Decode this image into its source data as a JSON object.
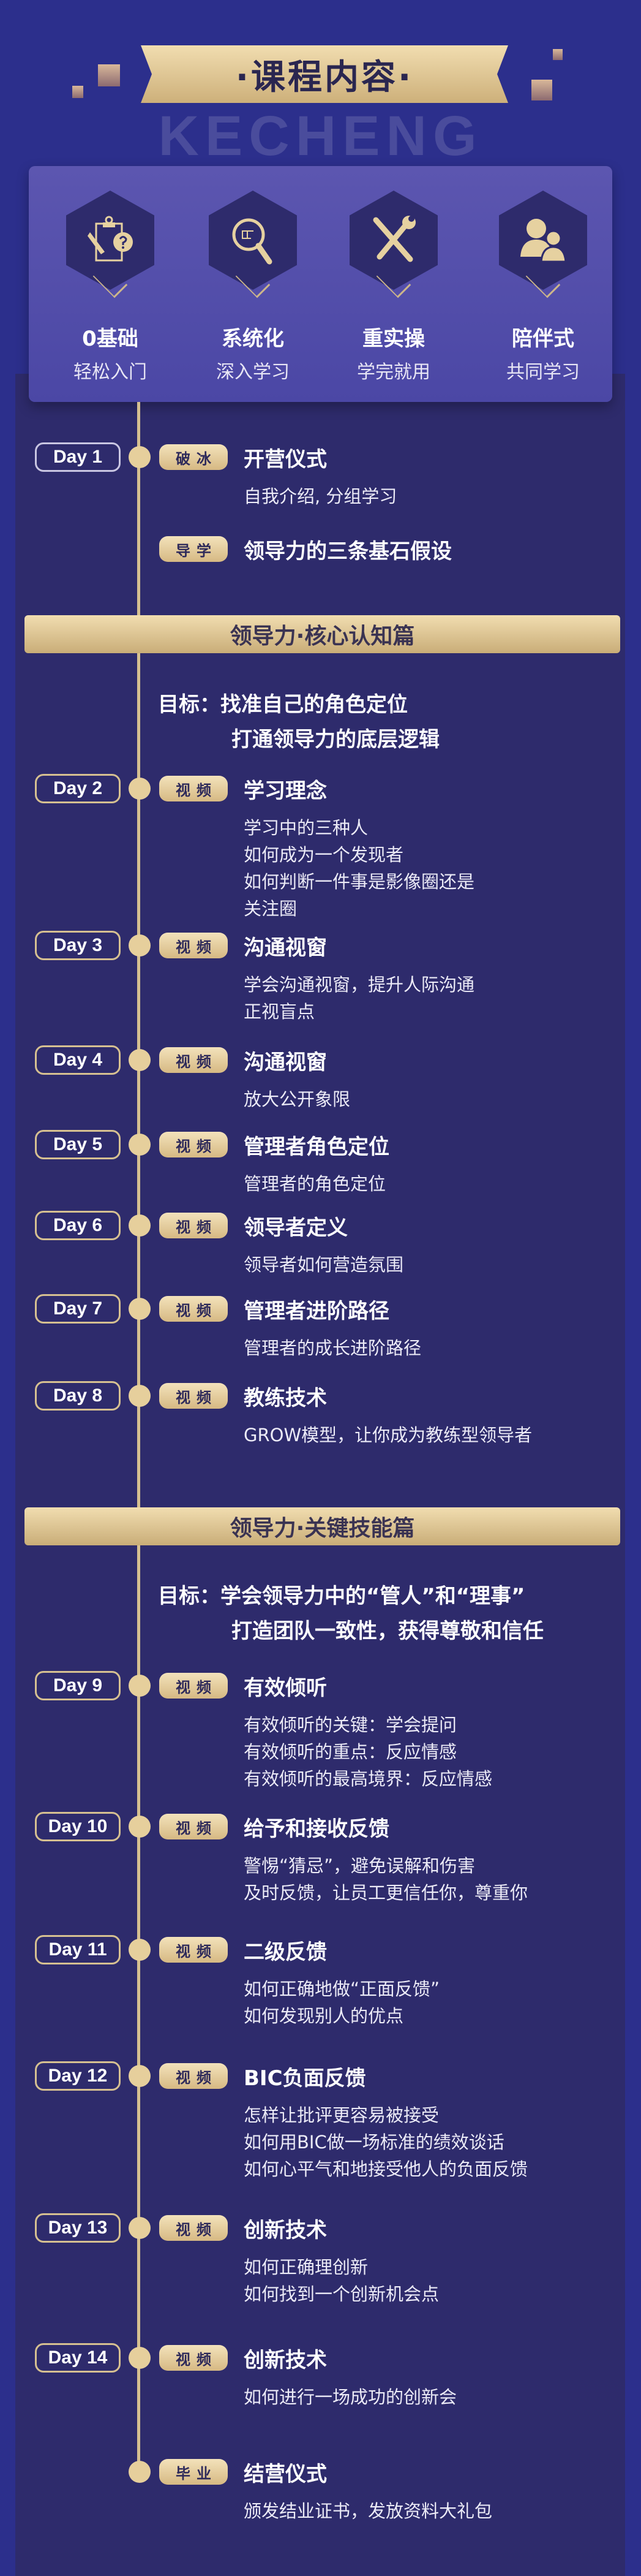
{
  "header": {
    "watermark": "KECHENG",
    "title": "·课程内容·"
  },
  "features": [
    {
      "icon": "clipboard-question-icon",
      "title": "0基础",
      "sub": "轻松入门"
    },
    {
      "icon": "magnifier-icon",
      "title": "系统化",
      "sub": "深入学习"
    },
    {
      "icon": "tools-icon",
      "title": "重实操",
      "sub": "学完就用"
    },
    {
      "icon": "people-icon",
      "title": "陪伴式",
      "sub": "共同学习"
    }
  ],
  "sections": [
    {
      "title": "领导力·核心认知篇",
      "goal_label": "目标：",
      "goal_lines": [
        "找准自己的角色定位",
        "打通领导力的底层逻辑"
      ]
    },
    {
      "title": "领导力·关键技能篇",
      "goal_label": "目标：",
      "goal_lines": [
        "学会领导力中的“管人”和“理事”",
        "打造团队一致性，获得尊敬和信任"
      ]
    }
  ],
  "colors": {
    "background": "#2e2b6c",
    "gold": "#d6c091",
    "text": "#ffffff"
  },
  "items": [
    {
      "day": "Day 1",
      "tag": "破冰",
      "title": "开营仪式",
      "lines": [
        "自我介绍, 分组学习"
      ]
    },
    {
      "day": "",
      "tag": "导学",
      "title": "领导力的三条基石假设",
      "lines": []
    },
    {
      "day": "Day 2",
      "tag": "视频",
      "title": "学习理念",
      "lines": [
        "学习中的三种人",
        "如何成为一个发现者",
        "如何判断一件事是影像圈还是",
        "关注圈"
      ]
    },
    {
      "day": "Day 3",
      "tag": "视频",
      "title": "沟通视窗",
      "lines": [
        "学会沟通视窗，提升人际沟通",
        "正视盲点"
      ]
    },
    {
      "day": "Day 4",
      "tag": "视频",
      "title": "沟通视窗",
      "lines": [
        "放大公开象限"
      ]
    },
    {
      "day": "Day 5",
      "tag": "视频",
      "title": "管理者角色定位",
      "lines": [
        "管理者的角色定位"
      ]
    },
    {
      "day": "Day 6",
      "tag": "视频",
      "title": "领导者定义",
      "lines": [
        "领导者如何营造氛围"
      ]
    },
    {
      "day": "Day 7",
      "tag": "视频",
      "title": "管理者进阶路径",
      "lines": [
        "管理者的成长进阶路径"
      ]
    },
    {
      "day": "Day 8",
      "tag": "视频",
      "title": "教练技术",
      "lines": [
        "GROW模型，让你成为教练型领导者"
      ]
    },
    {
      "day": "Day 9",
      "tag": "视频",
      "title": "有效倾听",
      "lines": [
        "有效倾听的关键：学会提问",
        "有效倾听的重点：反应情感",
        "有效倾听的最高境界：反应情感"
      ]
    },
    {
      "day": "Day 10",
      "tag": "视频",
      "title": "给予和接收反馈",
      "lines": [
        "警惕“猜忌”，避免误解和伤害",
        "及时反馈，让员工更信任你，尊重你"
      ]
    },
    {
      "day": "Day 11",
      "tag": "视频",
      "title": "二级反馈",
      "lines": [
        "如何正确地做“正面反馈”",
        "如何发现别人的优点"
      ]
    },
    {
      "day": "Day 12",
      "tag": "视频",
      "title": "BIC负面反馈",
      "lines": [
        "怎样让批评更容易被接受",
        "如何用BIC做一场标准的绩效谈话",
        "如何心平气和地接受他人的负面反馈"
      ]
    },
    {
      "day": "Day 13",
      "tag": "视频",
      "title": "创新技术",
      "lines": [
        "如何正确理创新",
        "如何找到一个创新机会点"
      ]
    },
    {
      "day": "Day 14",
      "tag": "视频",
      "title": "创新技术",
      "lines": [
        "如何进行一场成功的创新会"
      ]
    },
    {
      "day": "",
      "tag": "毕业",
      "title": "结营仪式",
      "lines": [
        "颁发结业证书，发放资料大礼包"
      ]
    }
  ]
}
